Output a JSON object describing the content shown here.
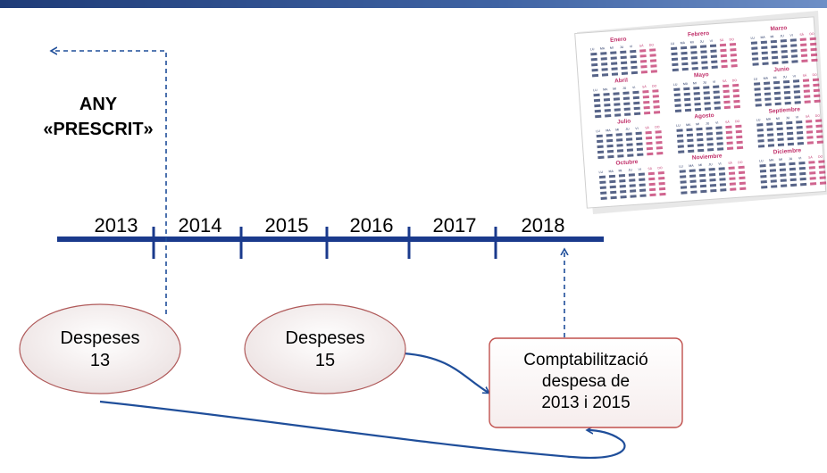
{
  "title": {
    "line1": "ANY",
    "line2": "«PRESCRIT»"
  },
  "timeline": {
    "years": [
      "2013",
      "2014",
      "2015",
      "2016",
      "2017",
      "2018"
    ]
  },
  "expenses": [
    {
      "line1": "Despeses",
      "line2": "13"
    },
    {
      "line1": "Despeses",
      "line2": "15"
    }
  ],
  "accounting_box": {
    "line1": "Comptabilització",
    "line2": "despesa de",
    "line3": "2013 i 2015"
  },
  "calendar": {
    "months": [
      "Enero",
      "Febrero",
      "Marzo",
      "Abril",
      "Mayo",
      "Junio",
      "Julio",
      "Agosto",
      "Septiembre",
      "Octubre",
      "Noviembre",
      "Diciembre"
    ],
    "weekdays": [
      "LU",
      "MA",
      "MI",
      "JU",
      "VI",
      "SÁ",
      "DO"
    ]
  },
  "colors": {
    "timeline": "#1a3a8c",
    "arrow": "#1f4e9a",
    "oval_fill": "#f4eeee",
    "oval_stroke": "#b05a5a",
    "box_stroke": "#c0504d",
    "month_title": "#c0306a",
    "calendar_text": "#1f3060"
  }
}
